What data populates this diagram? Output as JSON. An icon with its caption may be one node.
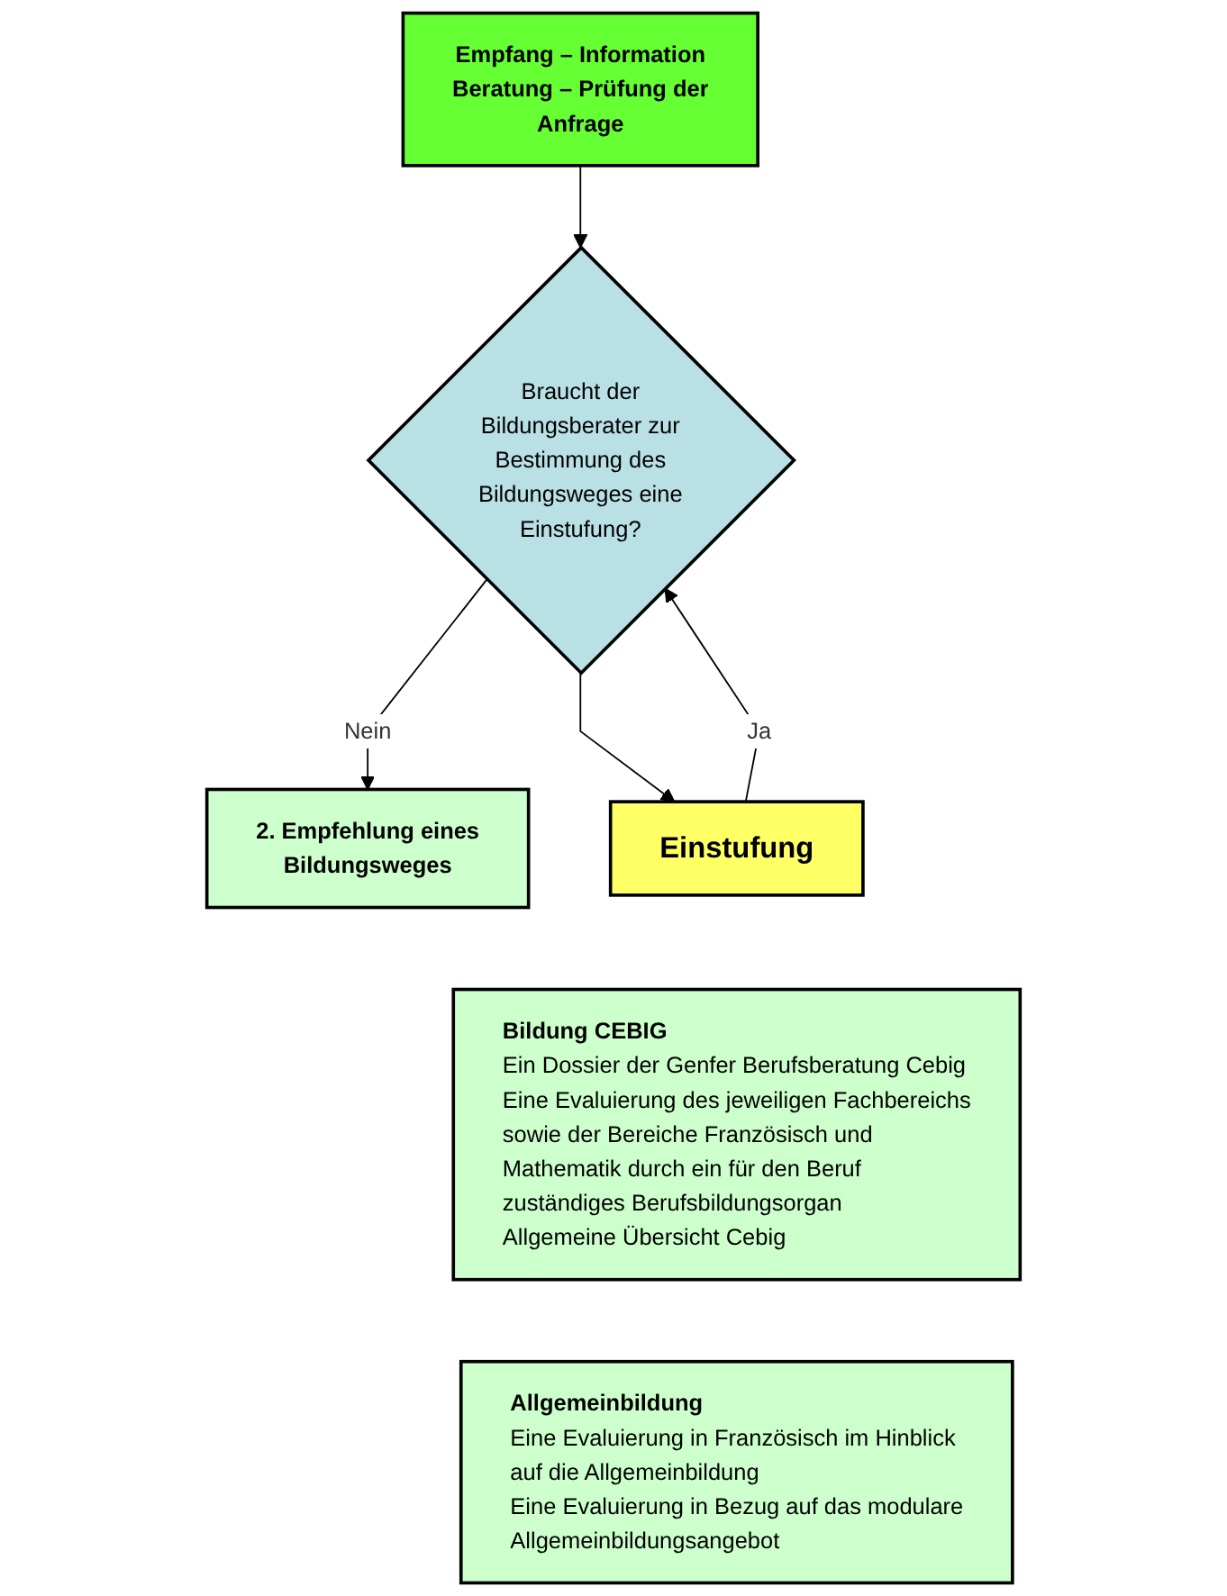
{
  "diagram": {
    "nodes": [
      {
        "text": [
          "Empfang – Information Beratung – Prüfung der Anfrage"
        ]
      },
      {
        "text": [
          "Braucht der Bildungsberater zur Bestimmung des Bildungsweges eine Einstufung?"
        ]
      },
      {
        "text": [
          "2. Empfehlung eines Bildungsweges"
        ]
      },
      {
        "text": [
          "Einstufung"
        ]
      },
      {
        "text": [
          "Bildung CEBIG",
          "Ein Dossier der Genfer Berufsberatung Cebig",
          "Eine Evaluierung des jeweiligen Fachbereichs sowie der Bereiche Französisch und Mathematik durch ein für den Beruf zuständiges Berufsbildungsorgan",
          "Allgemeine Übersicht Cebig"
        ]
      },
      {
        "text": [
          "Allgemeinbildung",
          "Eine Evaluierung in Französisch im Hinblick auf die Allgemeinbildung",
          "Eine Evaluierung in Bezug auf das modulare Allgemeinbildungsangebot"
        ]
      }
    ],
    "edges": [
      {
        "from": 0,
        "to": 1,
        "arrow": "to"
      },
      {
        "from": 1,
        "to": 2,
        "arrow": "to",
        "label": "Nein"
      },
      {
        "from": 1,
        "to": 3,
        "arrow": "to"
      },
      {
        "from": 3,
        "to": 1,
        "arrow": "to",
        "label": "Ja"
      }
    ]
  }
}
